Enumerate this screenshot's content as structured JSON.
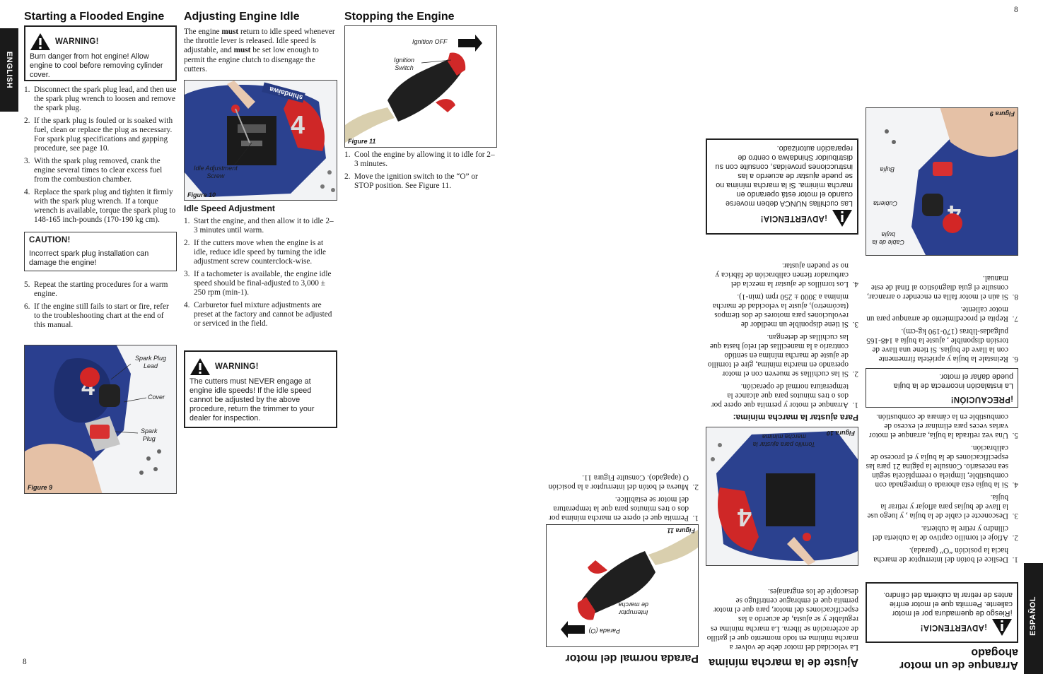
{
  "page": {
    "number_left": "8",
    "number_right": "8"
  },
  "tabs": {
    "english": "ENGLISH",
    "spanish": "ESPAÑOL"
  },
  "col1": {
    "heading": "Starting a Flooded Engine",
    "warning": {
      "title": "WARNING!",
      "text": "Burn danger from hot engine! Allow engine to cool before removing cylinder cover."
    },
    "steps_a": [
      "Disconnect the spark plug lead, and then use the spark plug wrench to loosen and remove the spark plug.",
      "If the spark plug is fouled or is soaked with fuel, clean or replace the plug as necessary. For spark plug specifications and gapping procedure, see page 10.",
      "With the spark plug removed, crank the engine several times to clear excess fuel from the combustion chamber.",
      "Replace the spark plug and tighten it firmly with the spark plug wrench. If a torque wrench is available, torque the spark plug to 148-165 inch-pounds (170-190 kg cm)."
    ],
    "caution": {
      "title": "CAUTION!",
      "text": "Incorrect spark plug installation can damage the engine!"
    },
    "steps_b": [
      "Repeat the starting procedures for a warm engine.",
      "If the engine still fails to start or fire, refer to the troubleshooting chart at the end of this manual."
    ],
    "figure": {
      "caption": "Figure 9",
      "label_lead": "Spark Plug\nLead",
      "label_cover": "Cover",
      "label_plug": "Spark\nPlug"
    }
  },
  "col2": {
    "heading": "Adjusting Engine Idle",
    "intro_a": "The engine ",
    "intro_b": "must",
    "intro_c": " return to idle speed whenever the throttle lever is released. Idle speed is adjustable, and ",
    "intro_d": "must",
    "intro_e": " be set low enough to permit the engine clutch to disengage the cutters.",
    "figure": {
      "caption": "Figure 10",
      "label": "Idle Adjustment\nScrew"
    },
    "subheading": "Idle Speed Adjustment",
    "steps": [
      "Start the engine, and then allow it to idle 2–3 minutes until warm.",
      "If the cutters move when the engine is at idle, reduce idle speed by turning the idle adjustment screw counterclock-wise.",
      "If a tachometer is available, the engine idle speed should be final-adjusted to 3,000 ± 250 rpm (min-1).",
      "Carburetor fuel mixture adjustments are preset at the factory and cannot be adjusted or serviced in the field."
    ],
    "warning": {
      "title": "WARNING!",
      "text": "The cutters must NEVER engage at engine idle speeds! If the idle speed cannot be adjusted by the above procedure, return the trimmer to your dealer for inspection."
    }
  },
  "col3": {
    "heading": "Stopping the Engine",
    "figure": {
      "caption": "Figure 11",
      "label_off": "Ignition OFF",
      "label_switch": "Ignition\nSwitch"
    },
    "steps": [
      "Cool the engine by allowing it to idle for 2–3 minutes.",
      "Move the ignition switch to the “O” or STOP position. See Figure 11."
    ]
  },
  "es1": {
    "heading_line1": "Arranque de un motor",
    "heading_line2": "ahogado",
    "warning": {
      "title": "¡ADVERTENCIA!",
      "text": "¡Riesgo de quemadura por el motor caliente. Permita que el motor enfríe antes de retirar la cubierta del cilindro."
    },
    "steps_a": [
      "Deslice el botón del interruptor de marcha hacia la posición “O” (parada).",
      "Afloje el tornillo captivo de la cubierta del cilindro y retire la cubierta.",
      "Desconecte el cable de la bujía , y luego use la llave de bujías para aflojar y retirar la bujía.",
      "Si la bujía esta ahorada o impregnada con combustible, límpiela o reemplácela según sea necesario. Consulte la página 21 para las especificaciones de la bujía y el proceso de calibración.",
      "Una vez retirada la bujía, arranque el motor varias veces para eliminar el exceso de combustible en la cámara de combustión."
    ],
    "caution": {
      "title": "¡PRECAUCIÓN!",
      "text": "La instalación incorrecta de la bujía puede dañar el motor."
    },
    "steps_b": [
      "Reinstale la bujía y apriétela firmemente con la llave de bujías. Si tiene una llave de torsión disponible , ajuste la bujía a 148-165 pulgadas-libras (170-190 kg-cm).",
      "Repita el procedimiento de arranque para un motor caliente.",
      "Si aún el motor falla en encender o arrancar, consulte el guía diagnóstico al final de este manual."
    ],
    "figure": {
      "caption": "Figura 9",
      "label_cable": "Cable de la\nbujía",
      "label_cover": "Cubierta",
      "label_plug": "Bujía"
    }
  },
  "es2": {
    "heading": "Ajuste de la marcha mínima",
    "intro": "La velocidad del motor debe de volver a marcha mínima en todo momento que el gatillo de aceleración se libera. La marcha mínima es regulable y se ajusta, de acuerdo a las especificaciones del motor, para que el motor permita que el embrague centrífugo se desacople de los engranajes.",
    "figure": {
      "caption": "Figura 10",
      "label": "Tornillo para ajustar la\nmarcha mínima"
    },
    "subheading": "Para ajustar la marcha mínima:",
    "steps": [
      "Arranque el motor y permita que opere por dos o tres minutos para que alcance la temperatura normal de operación.",
      "Si las cuchillas se mueven con el motor operando en marcha mínima, gire el tornillo de ajuste de marcha mínima en sentido contrario a la manecillas del reloj hasta que las cuchillas de detengan.",
      "Si tiene disponible un medidor de revoluciones para motores de dos tiempos (tacómetro), ajuste la velocidad de marcha mínima a 3000 ± 250 rpm (min-1).",
      "Los tornillos de ajustar la mezcla del carburador tienen calibración de fábrica y no se pueden ajustar."
    ],
    "warning": {
      "title": "¡ADVERTENCIA!",
      "text": "Las cuchillas NUNCA deben moverse cuando el motor está operando en marcha mínima. Si la marcha mínima no se puede ajustar de acuerdo a las instrucciones proveídas, consulte con su distribuidor Shindaiwa o centro de reparación autorizado."
    }
  },
  "es3": {
    "heading": "Parada normal del motor",
    "figure": {
      "caption": "Figura 11",
      "label_off": "Parada (O)",
      "label_switch": "Interruptor\nde marcha"
    },
    "steps": [
      "Permita que el opere en marcha mínima por dos o tres minutos para que la temperatura del motor se estabilice.",
      "Mueva el botón del interruptor a la posición O (apagado). Consulte Figura 11."
    ]
  }
}
